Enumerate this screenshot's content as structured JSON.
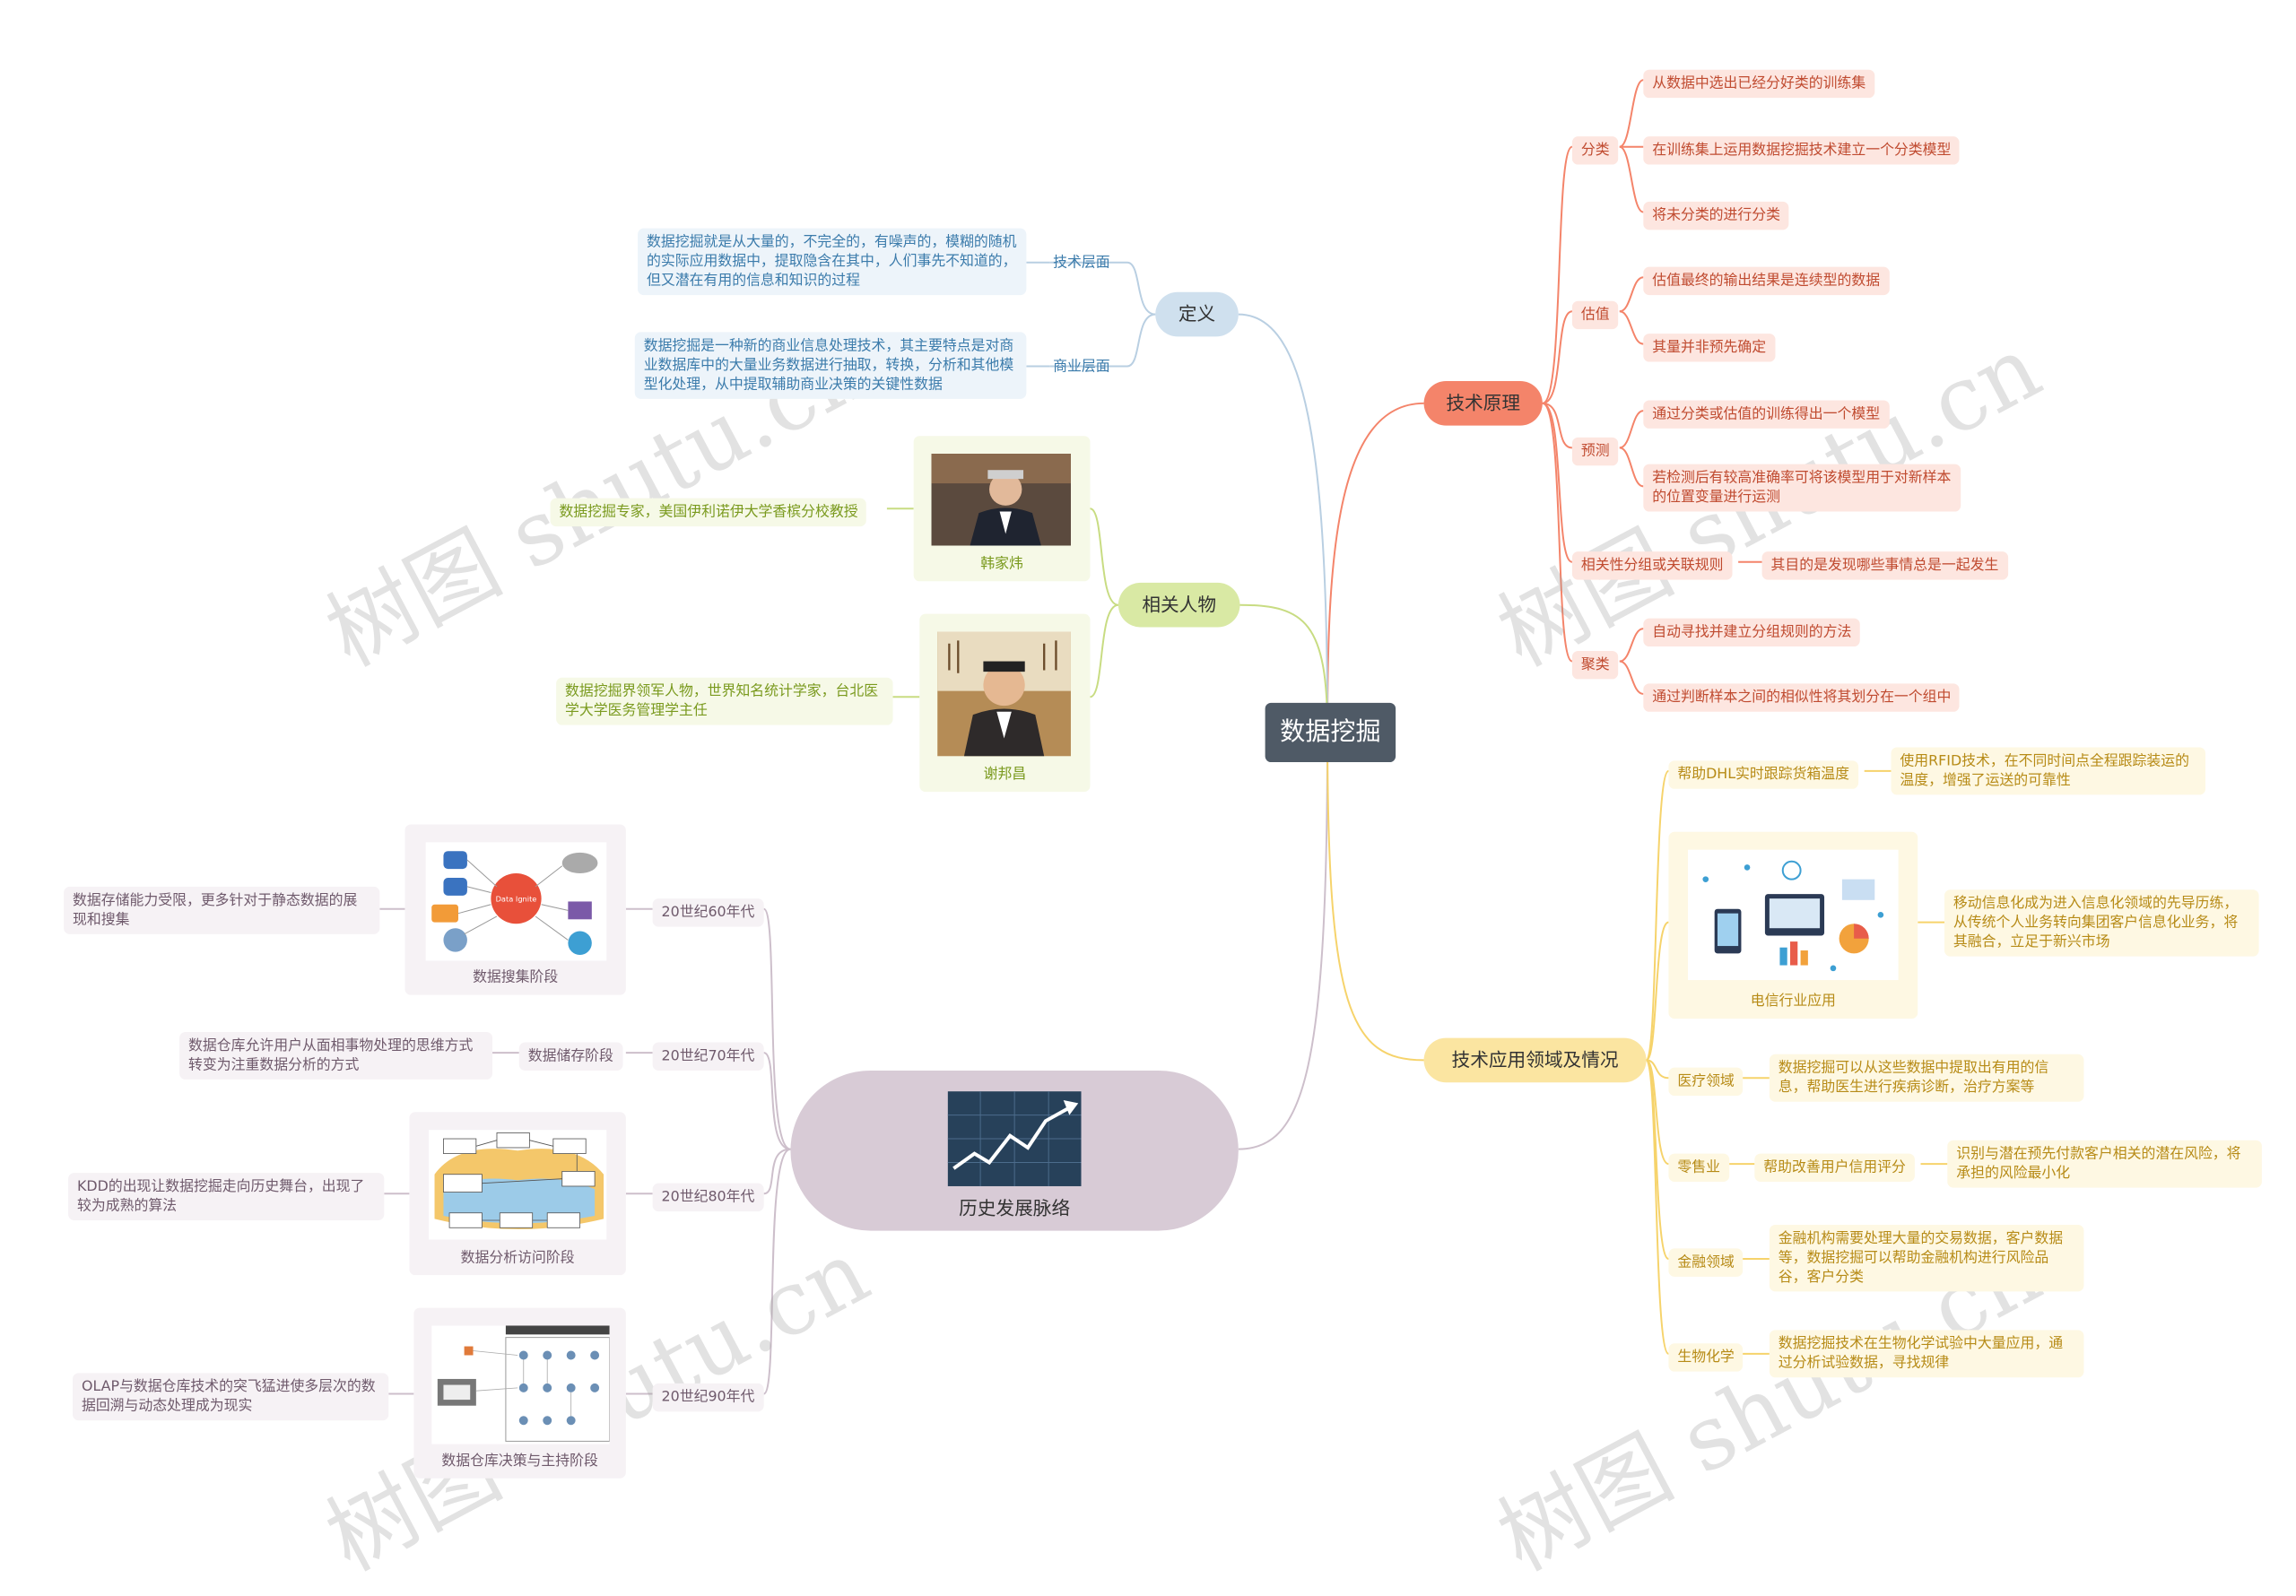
{
  "root": "数据挖掘",
  "definition": {
    "label": "定义",
    "tech_level": "技术层面",
    "tech_text": "数据挖掘就是从大量的，不完全的，有噪声的，模糊的随机的实际应用数据中，提取隐含在其中，人们事先不知道的，但又潜在有用的信息和知识的过程",
    "business_level": "商业层面",
    "business_text": "数据挖掘是一种新的商业信息处理技术，其主要特点是对商业数据库中的大量业务数据进行抽取，转换，分析和其他模型化处理，从中提取辅助商业决策的关键性数据"
  },
  "people": {
    "label": "相关人物",
    "p1_name": "韩家炜",
    "p1_desc": "数据挖掘专家，美国伊利诺伊大学香槟分校教授",
    "p2_name": "谢邦昌",
    "p2_desc": "数据挖掘界领军人物，世界知名统计学家，台北医学大学医务管理学主任"
  },
  "history": {
    "label": "历史发展脉络",
    "e60": "20世纪60年代",
    "e60_card": "数据搜集阶段",
    "e60_text": "数据存储能力受限，更多针对于静态数据的展现和搜集",
    "e60_img": "Data Ignite",
    "e70": "20世纪70年代",
    "e70_stage": "数据储存阶段",
    "e70_text": "数据仓库允许用户从面相事物处理的思维方式转变为注重数据分析的方式",
    "e80": "20世纪80年代",
    "e80_card": "数据分析访问阶段",
    "e80_text": "KDD的出现让数据挖掘走向历史舞台，出现了较为成熟的算法",
    "e90": "20世纪90年代",
    "e90_card": "数据仓库决策与主持阶段",
    "e90_text": "OLAP与数据仓库技术的突飞猛进使多层次的数据回溯与动态处理成为现实"
  },
  "principles": {
    "label": "技术原理",
    "classification": "分类",
    "cls_items": [
      "从数据中选出已经分好类的训练集",
      "在训练集上运用数据挖掘技术建立一个分类模型",
      "将未分类的进行分类"
    ],
    "estimation": "估值",
    "est_items": [
      "估值最终的输出结果是连续型的数据",
      "其量并非预先确定"
    ],
    "prediction": "预测",
    "pred_items": [
      "通过分类或估值的训练得出一个模型",
      "若检测后有较高准确率可将该模型用于对新样本的位置变量进行运测"
    ],
    "association": "相关性分组或关联规则",
    "assoc_item": "其目的是发现哪些事情总是一起发生",
    "clustering": "聚类",
    "clus_items": [
      "自动寻找并建立分组规则的方法",
      "通过判断样本之间的相似性将其划分在一个组中"
    ]
  },
  "applications": {
    "label": "技术应用领域及情况",
    "dhl": "帮助DHL实时跟踪货箱温度",
    "dhl_text": "使用RFID技术，在不同时间点全程跟踪装运的温度，增强了运送的可靠性",
    "telecom_card": "电信行业应用",
    "telecom_text": "移动信息化成为进入信息化领域的先导历练，从传统个人业务转向集团客户信息化业务，将其融合，立足于新兴市场",
    "medical": "医疗领域",
    "medical_text": "数据挖掘可以从这些数据中提取出有用的信息，帮助医生进行疾病诊断，治疗方案等",
    "retail": "零售业",
    "retail_mid": "帮助改善用户信用评分",
    "retail_text": "识别与潜在预先付款客户相关的潜在风险，将承担的风险最小化",
    "finance": "金融领域",
    "finance_text": "金融机构需要处理大量的交易数据，客户数据等，数据挖掘可以帮助金融机构进行风险品谷，客户分类",
    "bio": "生物化学",
    "bio_text": "数据挖掘技术在生物化学试验中大量应用，通过分析试验数据，寻找规律"
  },
  "watermark": "树图 shutu.cn",
  "colors": {
    "root": "#4f5a66",
    "red": "#f4846a",
    "blue": "#cfe0ee",
    "green": "#d9e9a4",
    "yellow": "#fbe5a1",
    "purple": "#d8cbd6"
  }
}
